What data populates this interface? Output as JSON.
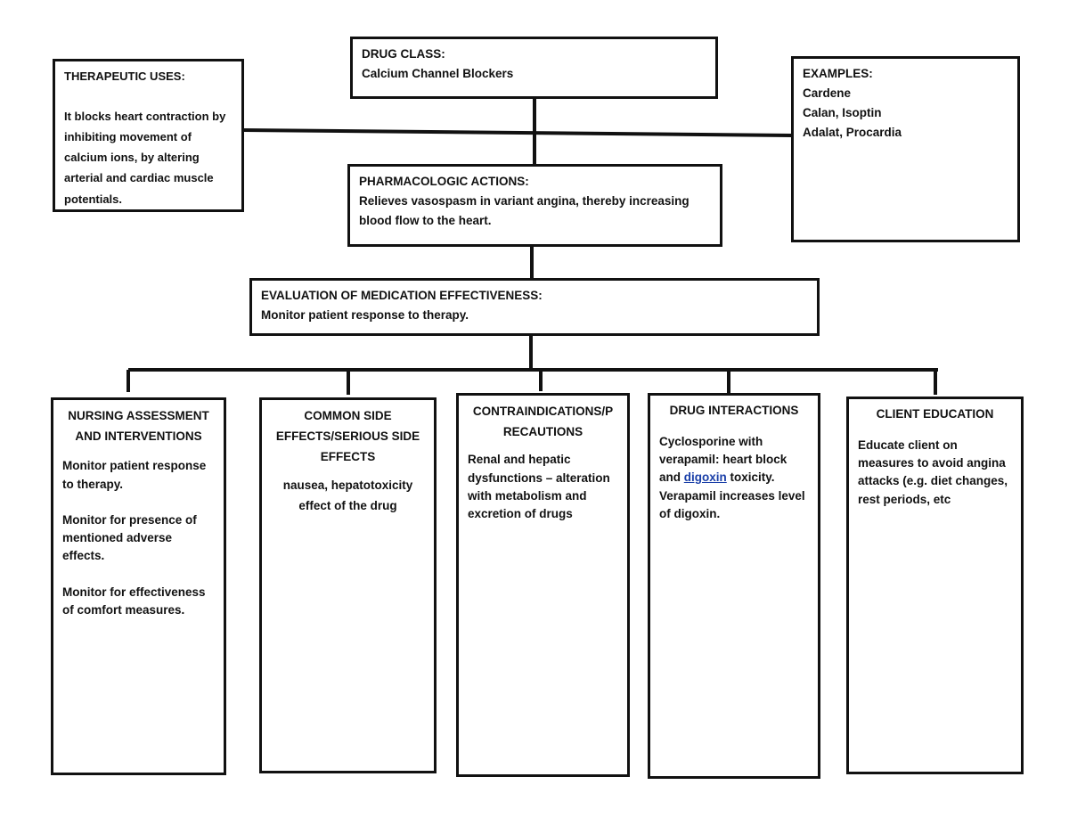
{
  "drug_class": {
    "heading": "DRUG CLASS:",
    "value": "Calcium Channel Blockers"
  },
  "therapeutic_uses": {
    "heading": "THERAPEUTIC USES:",
    "text": "It blocks heart contraction by inhibiting movement of calcium ions, by altering arterial and cardiac muscle potentials."
  },
  "examples": {
    "heading": "EXAMPLES:",
    "items": [
      "Cardene",
      "Calan, Isoptin",
      "Adalat, Procardia"
    ]
  },
  "pharmacologic_actions": {
    "heading": "PHARMACOLOGIC ACTIONS:",
    "text": "Relieves vasospasm in variant angina, thereby increasing blood flow to the heart."
  },
  "evaluation": {
    "heading": "EVALUATION OF MEDICATION EFFECTIVENESS:",
    "text": "Monitor patient response to therapy."
  },
  "nursing": {
    "heading": "NURSING ASSESSMENT AND INTERVENTIONS",
    "items": [
      "Monitor patient response to therapy.",
      "Monitor for presence of mentioned adverse effects.",
      "Monitor for effectiveness of comfort measures."
    ]
  },
  "side_effects": {
    "heading": "COMMON SIDE EFFECTS/SERIOUS SIDE EFFECTS",
    "text": "nausea, hepatotoxicity effect of the drug"
  },
  "contraindications": {
    "heading": "CONTRAINDICATIONS/P RECAUTIONS",
    "text": "Renal and hepatic dysfunctions – alteration with metabolism and excretion of drugs"
  },
  "interactions": {
    "heading": "DRUG INTERACTIONS",
    "text_before": "Cyclosporine with verapamil: heart block and ",
    "link_text": "digoxin",
    "text_after": " toxicity. Verapamil increases level of digoxin."
  },
  "client_education": {
    "heading": "CLIENT EDUCATION",
    "text": "Educate client on measures to avoid angina attacks (e.g. diet changes, rest periods, etc"
  },
  "colors": {
    "border": "#111111",
    "link": "#1a3fa8"
  }
}
